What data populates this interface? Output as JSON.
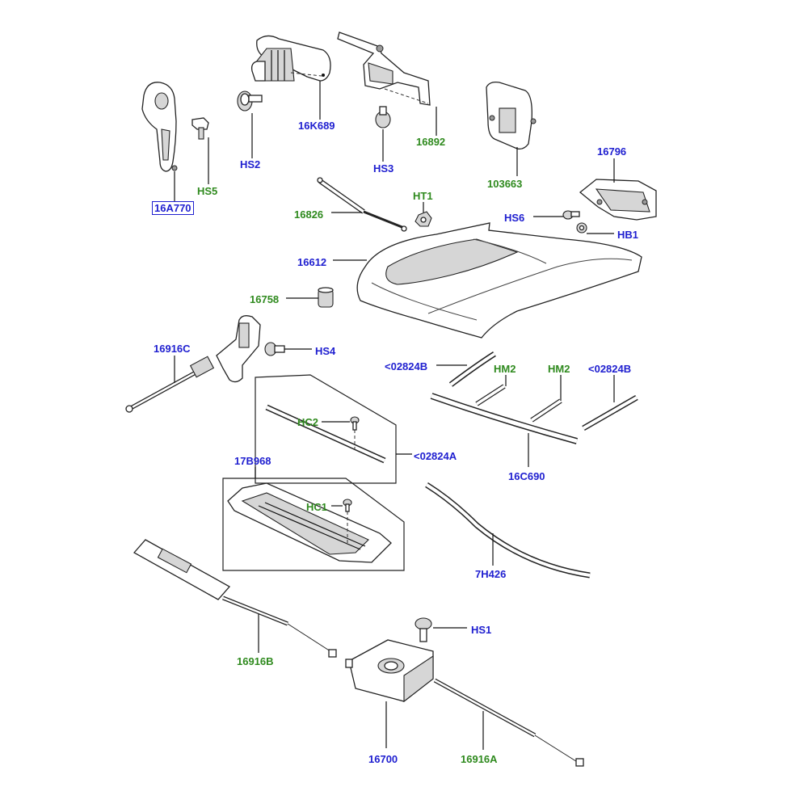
{
  "colors": {
    "assembly_label": "#2020d0",
    "hardware_label": "#2f8a1e",
    "line": "#111111"
  },
  "labels": {
    "p16A770": "16A770",
    "hs5": "HS5",
    "hs2": "HS2",
    "p16K689": "16K689",
    "hs3": "HS3",
    "p16892": "16892",
    "p103663": "103663",
    "p16796": "16796",
    "ht1": "HT1",
    "p16826": "16826",
    "hs6": "HS6",
    "hb1": "HB1",
    "p16612": "16612",
    "p16758": "16758",
    "p16916C": "16916C",
    "hs4": "HS4",
    "p02824B_left": "<02824B",
    "hm2_left": "HM2",
    "hm2_right": "HM2",
    "p02824B_right": "<02824B",
    "hc2": "HC2",
    "p02824A": "<02824A",
    "p16C690": "16C690",
    "p17B968": "17B968",
    "hc1": "HC1",
    "p7H426": "7H426",
    "p16916B": "16916B",
    "hs1": "HS1",
    "p16700": "16700",
    "p16916A": "16916A"
  }
}
